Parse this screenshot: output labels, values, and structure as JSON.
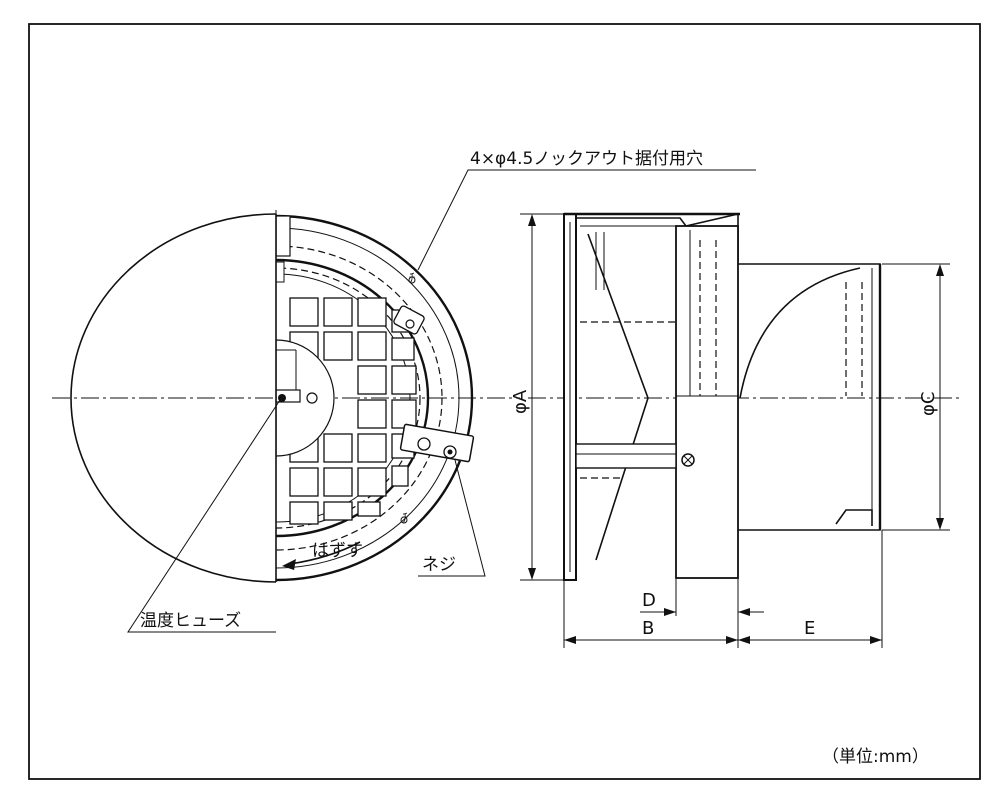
{
  "labels": {
    "knockout": "4×φ4.5ノックアウト据付用穴",
    "fuse": "温度ヒューズ",
    "remove": "はずす",
    "screw": "ネジ",
    "dimA": "φA",
    "dimB": "B",
    "dimC": "φC",
    "dimD": "D",
    "dimE": "E",
    "unit": "（単位:mm）"
  }
}
